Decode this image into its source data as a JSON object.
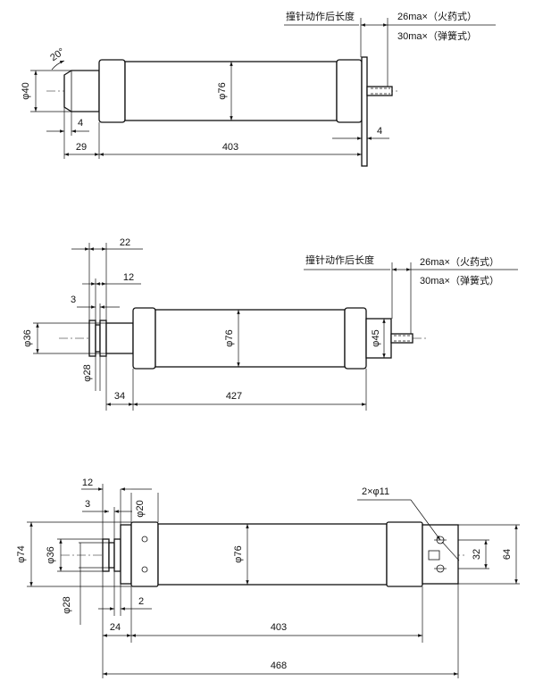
{
  "fuse1": {
    "stroke_label": "撞针动作后长度",
    "stroke_a": "26ma×（火药式）",
    "stroke_b": "30ma×（弹簧式）",
    "angle": "20°",
    "d_end": "φ40",
    "d_body": "φ76",
    "len_4a": "4",
    "len_4b": "4",
    "len_29": "29",
    "len_403": "403"
  },
  "fuse2": {
    "stroke_label": "撞针动作后长度",
    "stroke_a": "26ma×（火药式）",
    "stroke_b": "30ma×（弹簧式）",
    "len_22": "22",
    "len_12": "12",
    "len_3": "3",
    "d_36": "φ36",
    "d_28": "φ28",
    "d_body": "φ76",
    "d_45": "φ45",
    "len_34": "34",
    "len_427": "427"
  },
  "fuse3": {
    "len_12": "12",
    "len_3": "3",
    "d_20": "φ20",
    "holes": "2×φ11",
    "d_74": "φ74",
    "d_36": "φ36",
    "d_body": "φ76",
    "d_28": "φ28",
    "len_2": "2",
    "len_32": "32",
    "len_64": "64",
    "len_24": "24",
    "len_403": "403",
    "len_468": "468"
  }
}
